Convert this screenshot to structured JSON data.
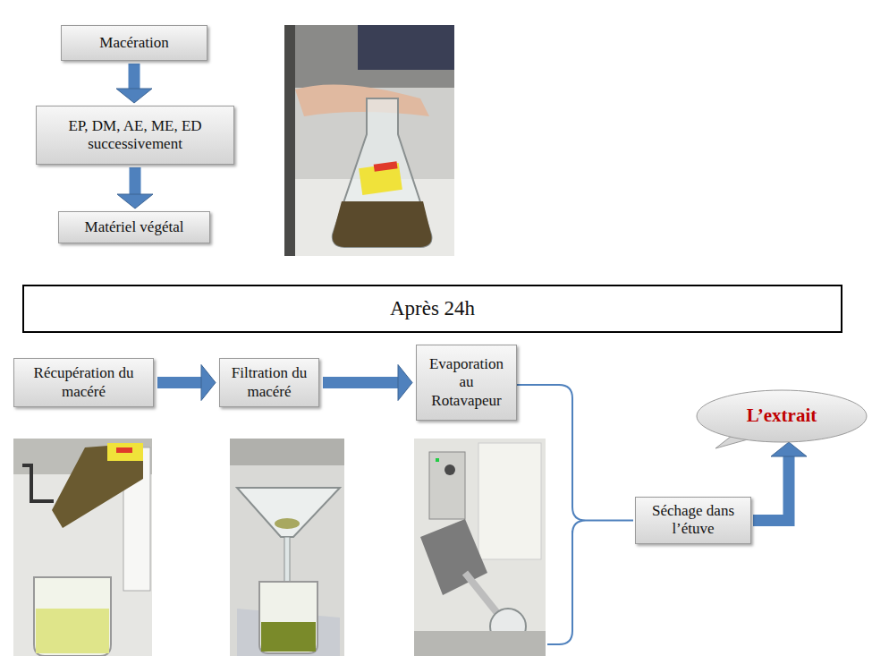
{
  "diagram": {
    "nodes": [
      {
        "text": [
          "Macération"
        ]
      },
      {
        "text": [
          "EP, DM, AE, ME, ED successivement"
        ]
      },
      {
        "text": [
          "Matériel végétal"
        ]
      },
      {
        "text": [
          "Après 24h"
        ]
      },
      {
        "text": [
          "Récupération du macéré"
        ]
      },
      {
        "text": [
          "Filtration du macéré"
        ]
      },
      {
        "text": [
          "Evaporation au Rotavapeur"
        ]
      },
      {
        "text": [
          "Séchage dans l’étuve"
        ]
      },
      {
        "text": [
          "L’extrait"
        ]
      }
    ],
    "edges": [
      {
        "from": 0,
        "to": 1,
        "arrow": "to"
      },
      {
        "from": 1,
        "to": 2,
        "arrow": "to"
      },
      {
        "from": 4,
        "to": 5,
        "arrow": "to"
      },
      {
        "from": 5,
        "to": 6,
        "arrow": "to"
      },
      {
        "from": 6,
        "to": 7,
        "arrow": "none"
      },
      {
        "from": 7,
        "to": 8,
        "arrow": "to"
      }
    ]
  }
}
